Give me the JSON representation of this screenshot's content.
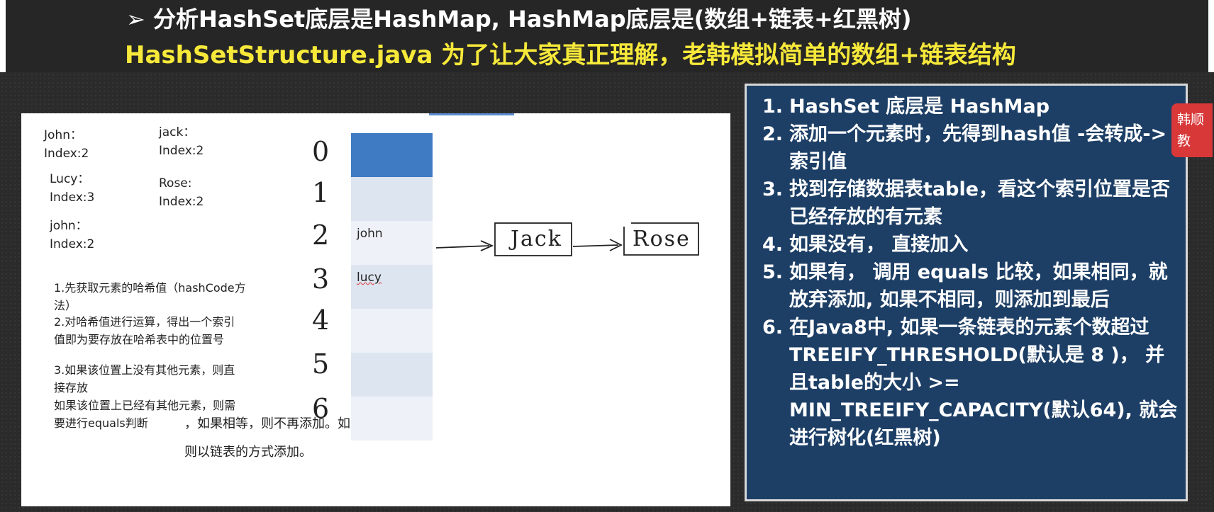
{
  "header": {
    "line1": "➢ 分析HashSet底层是HashMap, HashMap底层是(数组+链表+红黑树)",
    "line2": "HashSetStructure.java  为了让大家真正理解，老韩模拟简单的数组+链表结构"
  },
  "board": {
    "notes": [
      {
        "name": "John",
        "text": "John：\nIndex:2"
      },
      {
        "name": "jack",
        "text": "jack：\nIndex:2"
      },
      {
        "name": "Lucy",
        "text": "Lucy：\nIndex:3"
      },
      {
        "name": "Rose",
        "text": "Rose:\nIndex:2"
      },
      {
        "name": "john-lower",
        "text": "john：\nIndex:2"
      }
    ],
    "steps": {
      "s1": "1.先获取元素的哈希值（hashCode方\n法）",
      "s2": "2.对哈希值进行运算，得出一个索引\n值即为要存放在哈希表中的位置号",
      "s3": "3.如果该位置上没有其他元素，则直\n接存放\n如果该位置上已经有其他元素，则需\n要进行equals判断",
      "s3b": "，如果相等，则不再添加。如果不相等，",
      "s3c": "则以链表的方式添加。"
    },
    "index_labels": [
      "0",
      "1",
      "2",
      "3",
      "4",
      "5",
      "6"
    ],
    "cells": [
      "",
      "",
      "john",
      "lucy",
      "",
      "",
      ""
    ],
    "chain": [
      "Jack",
      "Rose"
    ]
  },
  "panel": {
    "items": [
      {
        "num": "1.",
        "text": "HashSet 底层是 HashMap"
      },
      {
        "num": "2.",
        "text": "添加一个元素时，先得到hash值 -会转成-> 索引值"
      },
      {
        "num": "3.",
        "text": "找到存储数据表table，看这个索引位置是否已经存放的有元素"
      },
      {
        "num": "4.",
        "text": "如果没有， 直接加入"
      },
      {
        "num": "5.",
        "text": "如果有， 调用 equals 比较，如果相同，就放弃添加, 如果不相同，则添加到最后"
      },
      {
        "num": "6.",
        "text": "在Java8中, 如果一条链表的元素个数超过 TREEIFY_THRESHOLD(默认是 8 )， 并且table的大小 >= MIN_TREEIFY_CAPACITY(默认64), 就会进行树化(红黑树)"
      }
    ]
  },
  "badge": {
    "text": "韩顺教"
  },
  "colors": {
    "panel": "#1d3f66",
    "highlight": "#f7e93a",
    "cell_filled": "#3f7bc3",
    "badge": "#d83838"
  }
}
